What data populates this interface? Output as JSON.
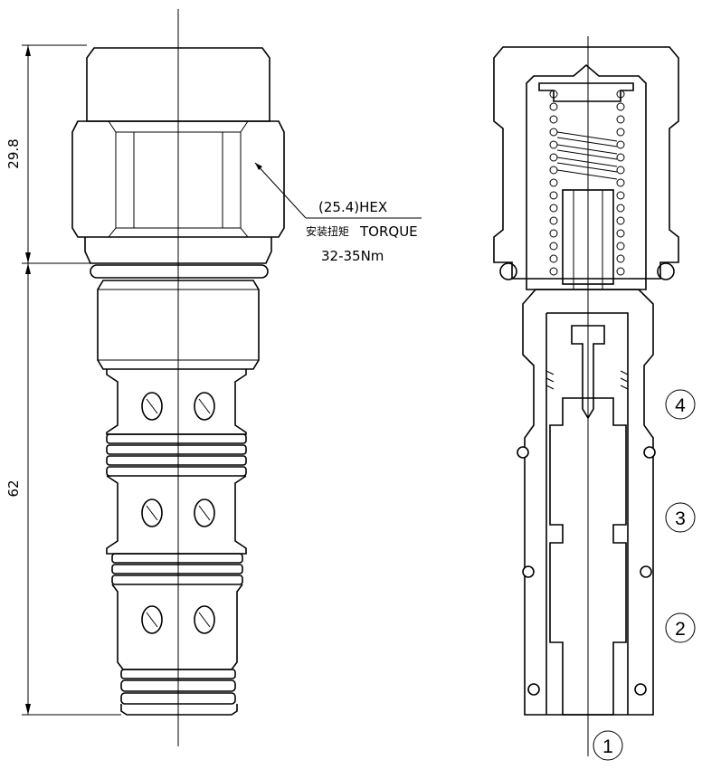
{
  "dimensions": {
    "top_height": "29.8",
    "body_height": "62"
  },
  "callout": {
    "hex": "(25.4)HEX",
    "torque_cn": "安装扭矩",
    "torque_en": "TORQUE",
    "torque_value": "32-35Nm"
  },
  "ports": [
    {
      "id": "port-4",
      "label": "4"
    },
    {
      "id": "port-3",
      "label": "3"
    },
    {
      "id": "port-2",
      "label": "2"
    },
    {
      "id": "port-1",
      "label": "1"
    }
  ]
}
